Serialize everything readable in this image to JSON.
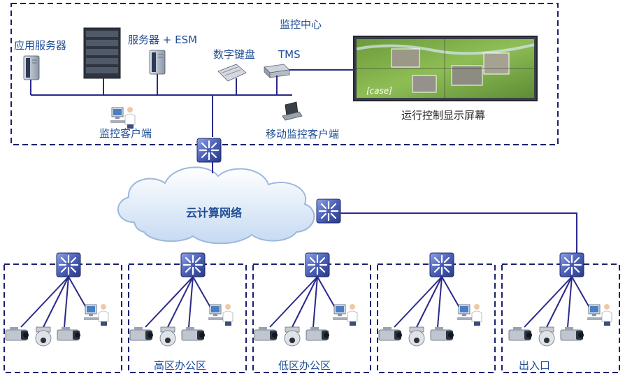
{
  "labels": {
    "center_title": "监控中心",
    "app_server": "应用服务器",
    "server_esm": "服务器 + ESM",
    "keyboard": "数字键盘",
    "tms": "TMS",
    "display_wall": "运行控制显示屏幕",
    "display_case": "[case]",
    "monitor_client": "监控客户端",
    "mobile_client": "移动监控客户端",
    "cloud": "云计算网络"
  },
  "zones": [
    {
      "label": ""
    },
    {
      "label": "高区办公区"
    },
    {
      "label": "低区办公区"
    },
    {
      "label": ""
    },
    {
      "label": "出入口"
    }
  ],
  "colors": {
    "dashed_border": "#1a1f6e",
    "link_line": "#2a2a8a",
    "label_text": "#1f4e96",
    "switch_fill": "#3a4fa8"
  }
}
